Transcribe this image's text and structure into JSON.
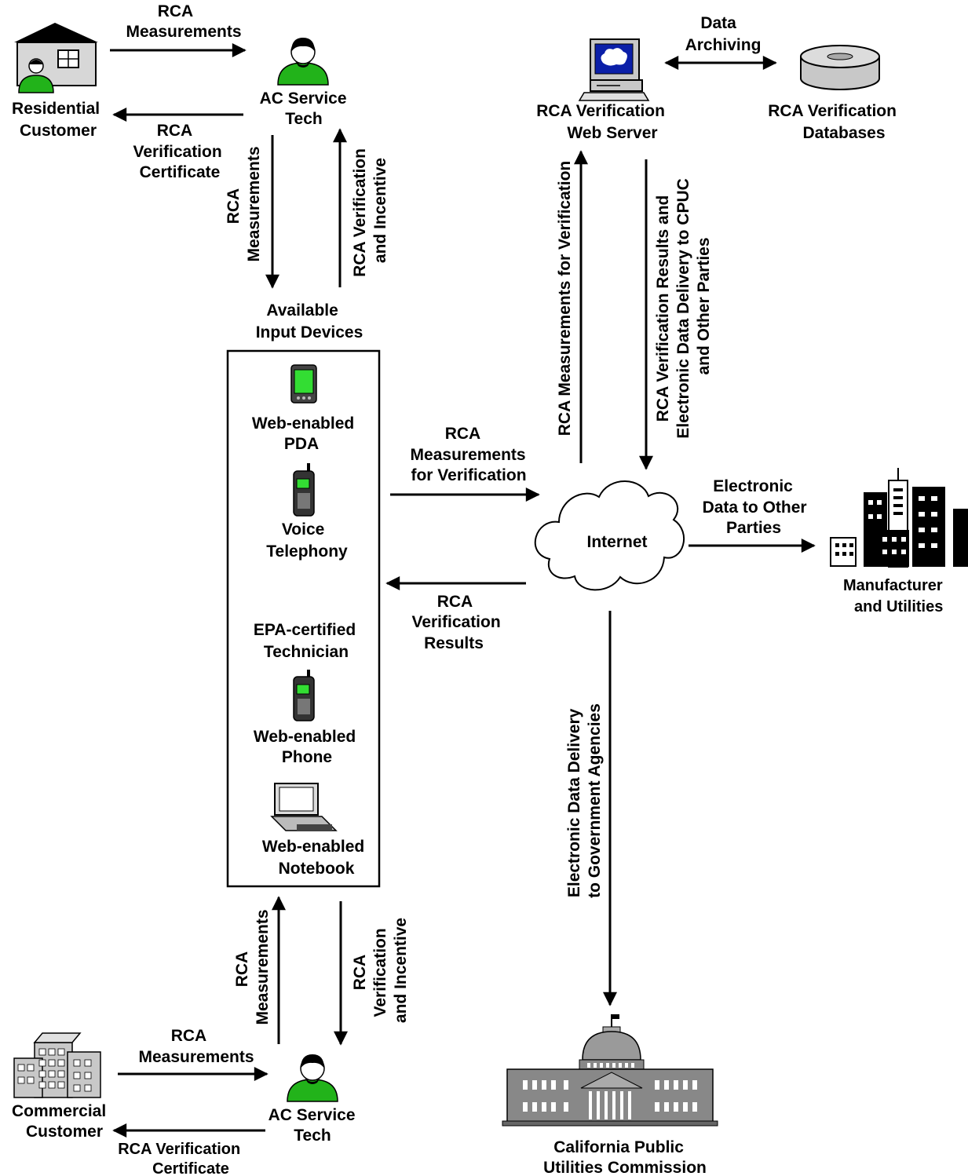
{
  "nodes": {
    "residential_customer": [
      "Residential",
      "Customer"
    ],
    "ac_service_tech_top": [
      "AC Service",
      "Tech"
    ],
    "web_server": [
      "RCA Verification",
      "Web Server"
    ],
    "databases": [
      "RCA Verification",
      "Databases"
    ],
    "available_input_devices": [
      "Available",
      "Input Devices"
    ],
    "internet": "Internet",
    "manufacturers": [
      "Manufacturer",
      "and Utilities"
    ],
    "commercial_customer": [
      "Commercial",
      "Customer"
    ],
    "ac_service_tech_bottom": [
      "AC Service",
      "Tech"
    ],
    "cpuc": [
      "California Public",
      "Utilities Commission"
    ]
  },
  "devices": [
    {
      "label": [
        "Web-enabled",
        "PDA"
      ],
      "icon": "pda-icon"
    },
    {
      "label": [
        "Voice",
        "Telephony"
      ],
      "icon": "cell-phone-icon"
    },
    {
      "label": [
        "EPA-certified",
        "Technician"
      ],
      "icon": "person-icon"
    },
    {
      "label": [
        "Web-enabled",
        "Phone"
      ],
      "icon": "cell-phone-icon"
    },
    {
      "label": [
        "Web-enabled",
        "Notebook"
      ],
      "icon": "laptop-icon"
    }
  ],
  "edges": {
    "res_to_tech": [
      "RCA",
      "Measurements"
    ],
    "tech_to_res": [
      "RCA",
      "Verification",
      "Certificate"
    ],
    "tech_to_devices": [
      "RCA",
      "Measurements"
    ],
    "devices_to_tech": [
      "RCA Verification",
      "and Incentive"
    ],
    "data_archiving": [
      "Data",
      "Archiving"
    ],
    "internet_to_server": "RCA Measurements for Verification",
    "server_to_internet": [
      "RCA Verification Results and",
      "Electronic Data Delivery to CPUC",
      "and Other Parties"
    ],
    "devices_to_internet": [
      "RCA",
      "Measurements",
      "for Verification"
    ],
    "internet_to_devices": [
      "RCA",
      "Verification",
      "Results"
    ],
    "internet_to_manufacturers": [
      "Electronic",
      "Data to Other",
      "Parties"
    ],
    "internet_to_cpuc": [
      "Electronic Data Delivery",
      "to Government Agencies"
    ],
    "tech_bottom_to_devices": [
      "RCA",
      "Measurements"
    ],
    "devices_to_tech_bottom": [
      "RCA",
      "Verification",
      "and Incentive"
    ],
    "com_to_tech": [
      "RCA",
      "Measurements"
    ],
    "tech_to_com": [
      "RCA Verification",
      "Certificate"
    ]
  },
  "colors": {
    "person_green": "#22b31a",
    "pda_green": "#33dd33",
    "monitor_blue": "#0b1fa8",
    "building_gray": "#c8c8c8",
    "capitol_gray": "#888888",
    "stroke": "#000000"
  }
}
